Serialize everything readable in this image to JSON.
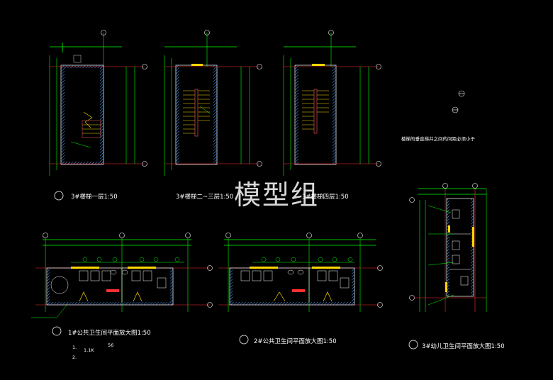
{
  "watermark": "模型组",
  "plans": {
    "stair_1": {
      "title": "3#楼梯一层",
      "scale": "1:50"
    },
    "stair_2": {
      "title": "3#楼梯二~三层",
      "scale": "1:50"
    },
    "stair_3": {
      "title": "3#楼梯四层",
      "scale": "1:50"
    },
    "toilet_1": {
      "title": "1#公共卫生间平面放大图",
      "scale": "1:50"
    },
    "toilet_2": {
      "title": "2#公共卫生间平面放大图",
      "scale": "1:50"
    },
    "toilet_3": {
      "title": "3#幼儿卫生间平面放大图",
      "scale": "1:50"
    }
  },
  "note_text": "楼梯的垂直梯井之间的间距必须小于",
  "misc": {
    "n1": "1.",
    "n2": "2.",
    "n3": "1.1K",
    "n4": "56"
  }
}
